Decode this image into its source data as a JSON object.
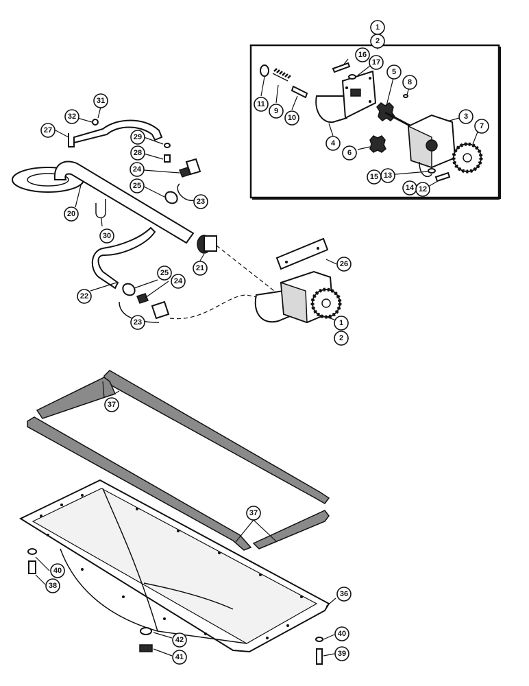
{
  "callouts": {
    "c1_top": "1",
    "c2_top": "2",
    "c16": "16",
    "c17": "17",
    "c5": "5",
    "c8": "8",
    "c11": "11",
    "c9": "9",
    "c10": "10",
    "c4": "4",
    "c3": "3",
    "c7": "7",
    "c6": "6",
    "c15": "15",
    "c13": "13",
    "c14": "14",
    "c12": "12",
    "c31": "31",
    "c32": "32",
    "c27": "27",
    "c29": "29",
    "c28": "28",
    "c24_a": "24",
    "c25_a": "25",
    "c23_a": "23",
    "c20": "20",
    "c30": "30",
    "c26": "26",
    "c21": "21",
    "c25_b": "25",
    "c24_b": "24",
    "c22": "22",
    "c23_b": "23",
    "c1_mid": "1",
    "c2_mid": "2",
    "c37_a": "37",
    "c37_b": "37",
    "c36": "36",
    "c40_a": "40",
    "c38": "38",
    "c42": "42",
    "c41": "41",
    "c40_b": "40",
    "c39": "39"
  }
}
